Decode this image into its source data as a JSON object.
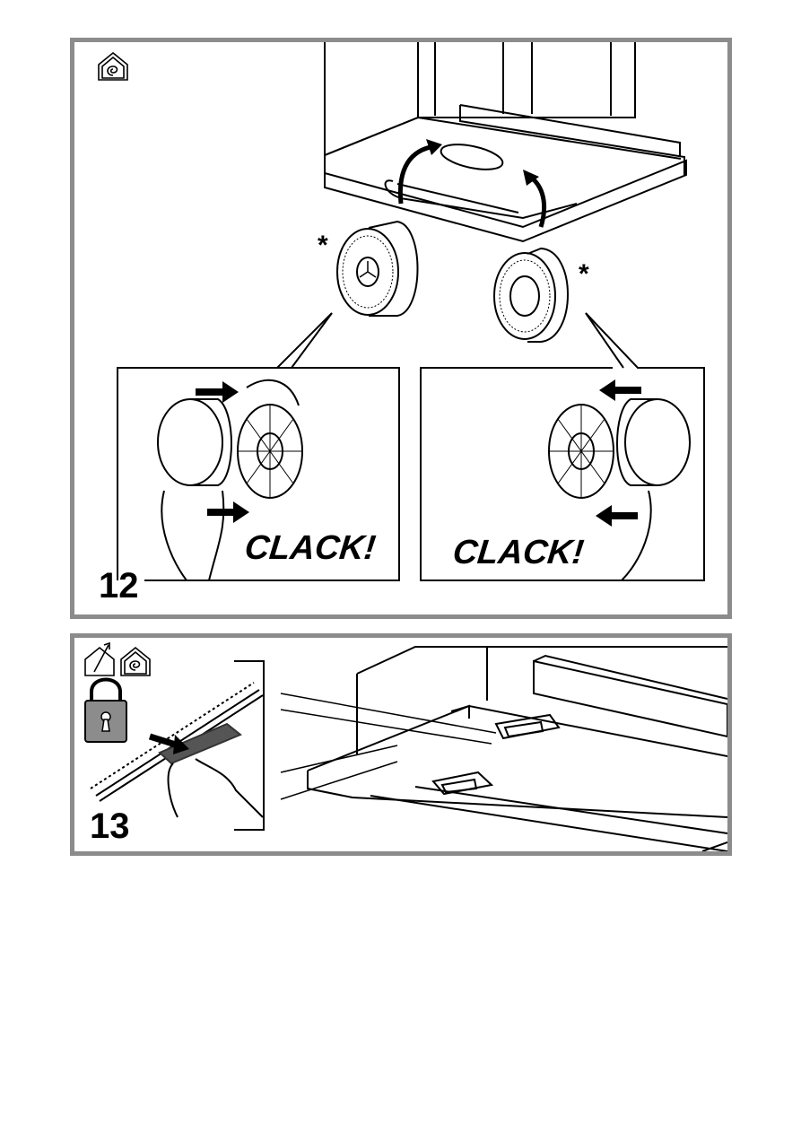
{
  "panel_12": {
    "step_number": "12",
    "sound_label_left": "CLACK!",
    "sound_label_right": "CLACK!",
    "optional_marker_left": "*",
    "optional_marker_right": "*",
    "mode_icon": "recirculation-house-icon"
  },
  "panel_13": {
    "step_number": "13",
    "mode_icons": [
      "extraction-house-icon",
      "recirculation-house-icon"
    ],
    "lock_icon": "padlock-icon"
  }
}
